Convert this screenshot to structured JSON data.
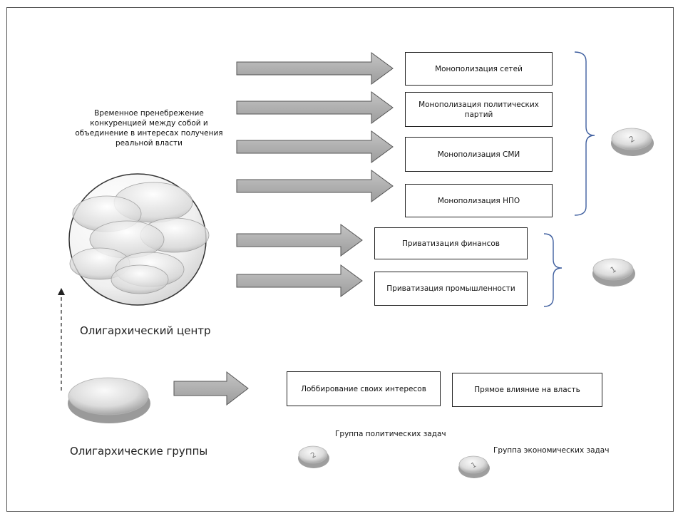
{
  "monopoly_boxes": [
    "Монополизация сетей",
    "Монополизация политических партий",
    "Монополизация СМИ",
    "Монополизация НПО"
  ],
  "privatization_boxes": [
    "Приватизация финансов",
    "Приватизация промышленности"
  ],
  "lobby_box": "Лоббирование своих интересов",
  "direct_box": "Прямое влияние на власть",
  "center_caption": "Временное пренебрежение конкуренцией между собой и объединение в интересах получения реальной власти",
  "oligarchic_center": "Олигархический центр",
  "oligarchic_groups": "Олигархические группы",
  "legend": {
    "political": "Группа политических задач",
    "economic": "Группа экономических задач"
  },
  "badges": {
    "political": "2",
    "economic": "1"
  },
  "colors": {
    "arrow_fill": "#a9a9a9",
    "arrow_stroke": "#555555",
    "bracket": "#3f5f9f",
    "disc_light": "#f2f2f2",
    "disc_dark": "#9a9a9a"
  }
}
